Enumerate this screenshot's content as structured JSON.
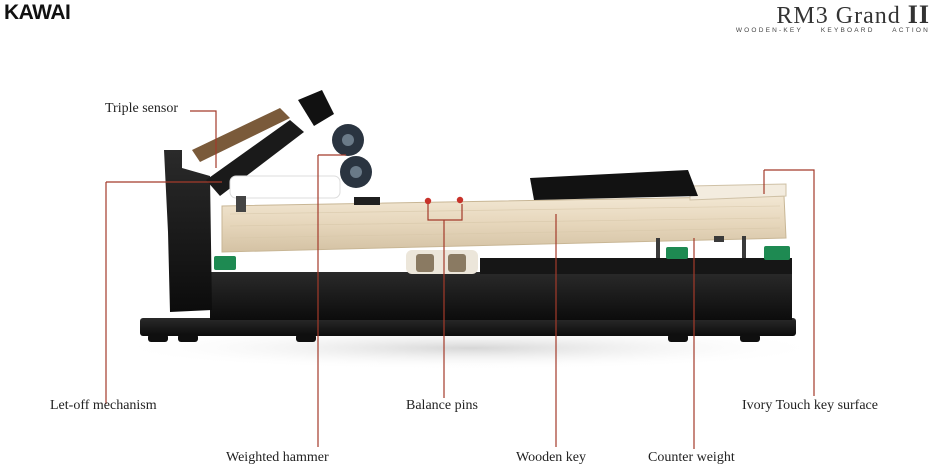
{
  "header": {
    "brand": "KAWAI",
    "product_name": "RM3 Grand",
    "product_version": "II",
    "tagline": "WOODEN-KEY KEYBOARD ACTION"
  },
  "callouts": {
    "triple_sensor": "Triple sensor",
    "let_off": "Let-off mechanism",
    "weighted_hammer": "Weighted hammer",
    "balance_pins": "Balance pins",
    "wooden_key": "Wooden key",
    "counter_weight": "Counter weight",
    "ivory_touch": "Ivory Touch key surface"
  },
  "colors": {
    "leader_line": "#a33a2a",
    "wood": "#e9dcc6",
    "frame": "#151515",
    "felt_green": "#1e8a52",
    "pin_red": "#c8322a"
  }
}
